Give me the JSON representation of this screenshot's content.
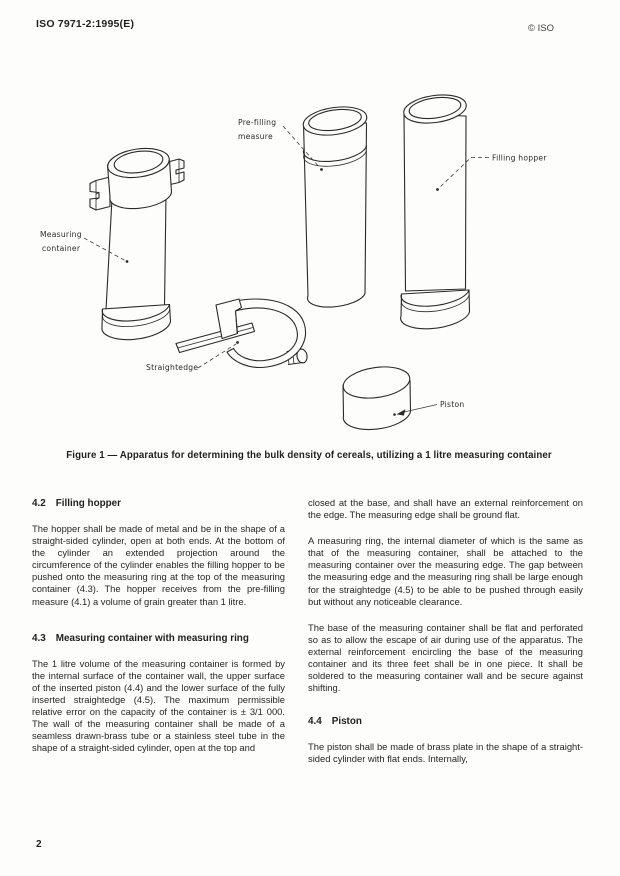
{
  "header": {
    "document_number": "ISO 7971-2:1995(E)",
    "copyright_notice": "© ISO"
  },
  "figure": {
    "caption": "Figure 1 — Apparatus for determining the bulk density of cereals, utilizing a 1 litre measuring container",
    "labels": {
      "measuring_container_line1": "Measuring",
      "measuring_container_line2": "container",
      "pre_filling_measure_line1": "Pre-filling",
      "pre_filling_measure_line2": "measure",
      "filling_hopper": "Filling hopper",
      "straightedge": "Straightedge",
      "piston": "Piston"
    }
  },
  "sections": {
    "s42": {
      "number": "4.2",
      "title": "Filling hopper",
      "body": "The hopper shall be made of metal and be in the shape of a straight-sided cylinder, open at both ends. At the bottom of the cylinder an extended projection around the circumference of the cylinder enables the filling hopper to be pushed onto the measuring ring at the top of the measuring container (4.3). The hopper receives from the pre-filling measure (4.1) a volume of grain greater than 1 litre."
    },
    "s43": {
      "number": "4.3",
      "title": "Measuring container with measuring ring",
      "body": "The 1 litre volume of the measuring container is formed by the internal surface of the container wall, the upper surface of the inserted piston (4.4) and the lower surface of the fully inserted straightedge (4.5). The maximum permissible relative error on the capacity of the container is ± 3/1 000. The wall of the measuring container shall be made of a seamless drawn-brass tube or a stainless steel tube in the shape of a straight-sided cylinder, open at the top and"
    },
    "s43_continued": {
      "para1": "closed at the base, and shall have an external reinforcement on the edge. The measuring edge shall be ground flat.",
      "para2": "A measuring ring, the internal diameter of which is the same as that of the measuring container, shall be attached to the measuring container over the measuring edge. The gap between the measuring edge and the measuring ring shall be large enough for the straightedge (4.5) to be able to be pushed through easily but without any noticeable clearance.",
      "para3": "The base of the measuring container shall be flat and perforated so as to allow the escape of air during use of the apparatus. The external reinforcement encircling the base of the measuring container and its three feet shall be in one piece. It shall be soldered to the measuring container wall and be secure against shifting."
    },
    "s44": {
      "number": "4.4",
      "title": "Piston",
      "body": "The piston shall be made of brass plate in the shape of a straight-sided cylinder with flat ends. Internally,"
    }
  },
  "footer": {
    "page_number": "2"
  }
}
